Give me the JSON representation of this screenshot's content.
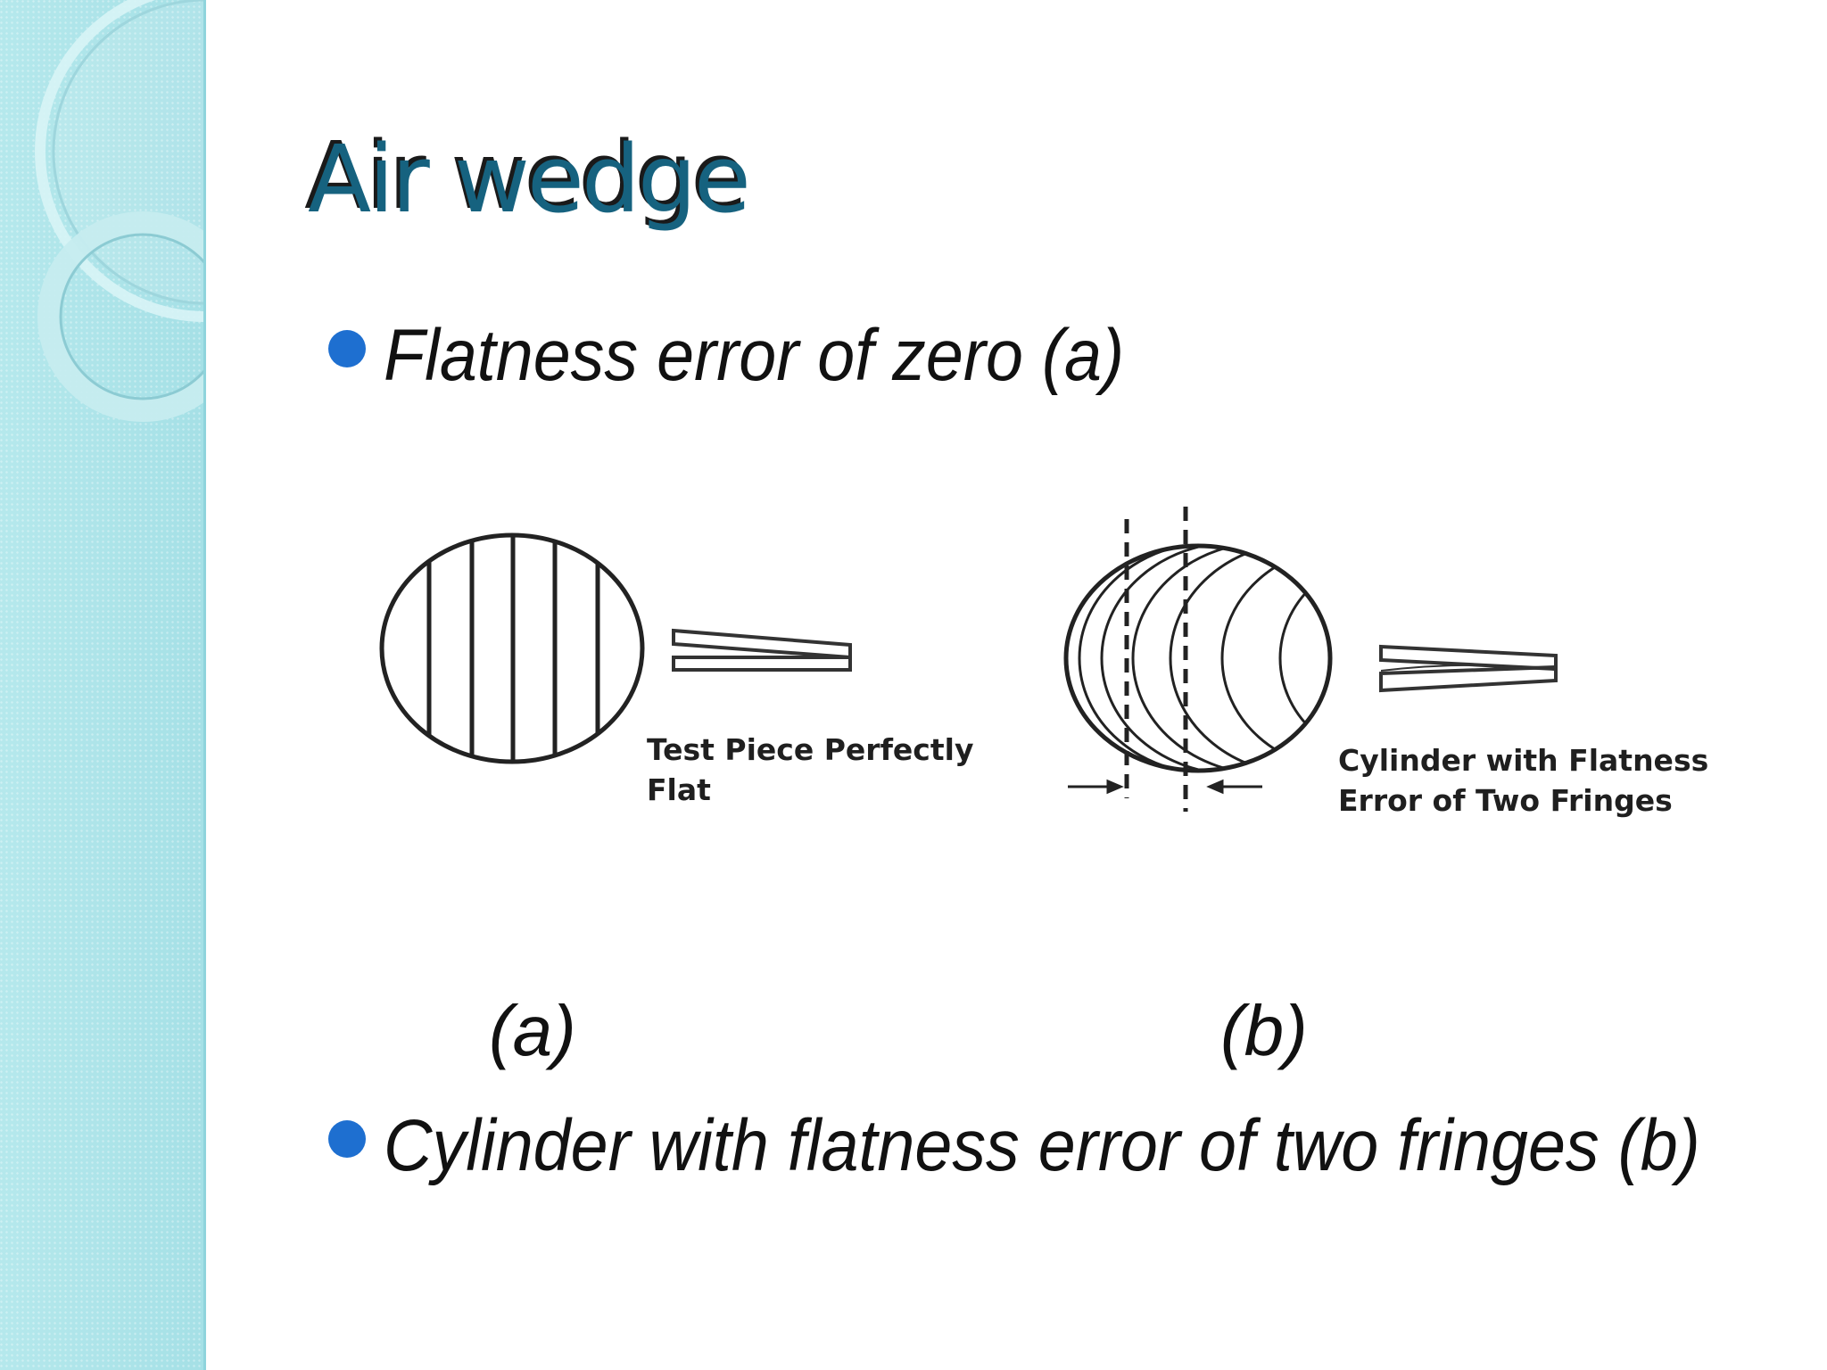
{
  "slide": {
    "title": "Air wedge",
    "bullets": [
      "Flatness error of zero (a)",
      "Cylinder with flatness error of two fringes (b)"
    ]
  },
  "diagram": {
    "a": {
      "caption_line1": "Test Piece Perfectly",
      "caption_line2": "Flat",
      "label": "(a)"
    },
    "b": {
      "caption_line1": "Cylinder with Flatness",
      "caption_line2": "Error of Two Fringes",
      "label": "(b)"
    }
  },
  "colors": {
    "title": "#16627f",
    "bullet": "#1e6fd0",
    "sidebar": "#a9e3e9"
  }
}
